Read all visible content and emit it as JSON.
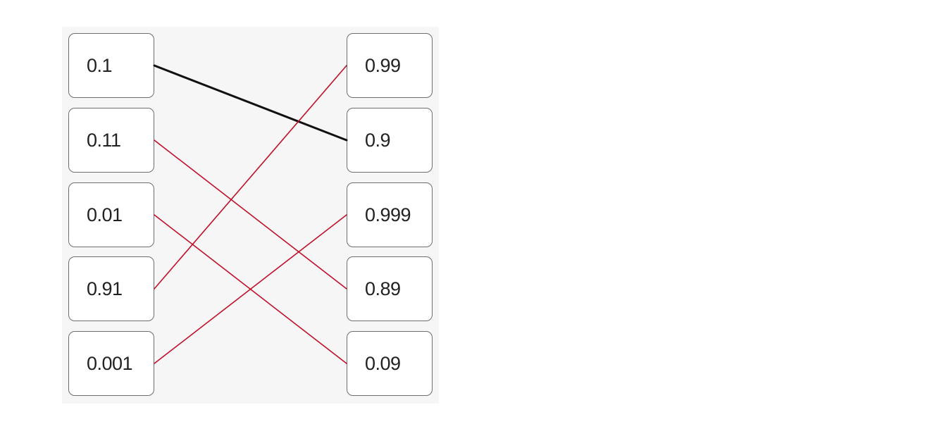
{
  "diagram": {
    "left_items": [
      {
        "id": "L1",
        "label": "0.1"
      },
      {
        "id": "L2",
        "label": "0.11"
      },
      {
        "id": "L3",
        "label": "0.01"
      },
      {
        "id": "L4",
        "label": "0.91"
      },
      {
        "id": "L5",
        "label": "0.001"
      }
    ],
    "right_items": [
      {
        "id": "R1",
        "label": "0.99"
      },
      {
        "id": "R2",
        "label": "0.9"
      },
      {
        "id": "R3",
        "label": "0.999"
      },
      {
        "id": "R4",
        "label": "0.89"
      },
      {
        "id": "R5",
        "label": "0.09"
      }
    ],
    "connections": [
      {
        "from": "L1",
        "to": "R2",
        "style": "example",
        "color": "#111111"
      },
      {
        "from": "L2",
        "to": "R4",
        "style": "answer",
        "color": "#c0102a"
      },
      {
        "from": "L3",
        "to": "R5",
        "style": "answer",
        "color": "#c0102a"
      },
      {
        "from": "L4",
        "to": "R1",
        "style": "answer",
        "color": "#c0102a"
      },
      {
        "from": "L5",
        "to": "R3",
        "style": "answer",
        "color": "#c0102a"
      }
    ]
  }
}
